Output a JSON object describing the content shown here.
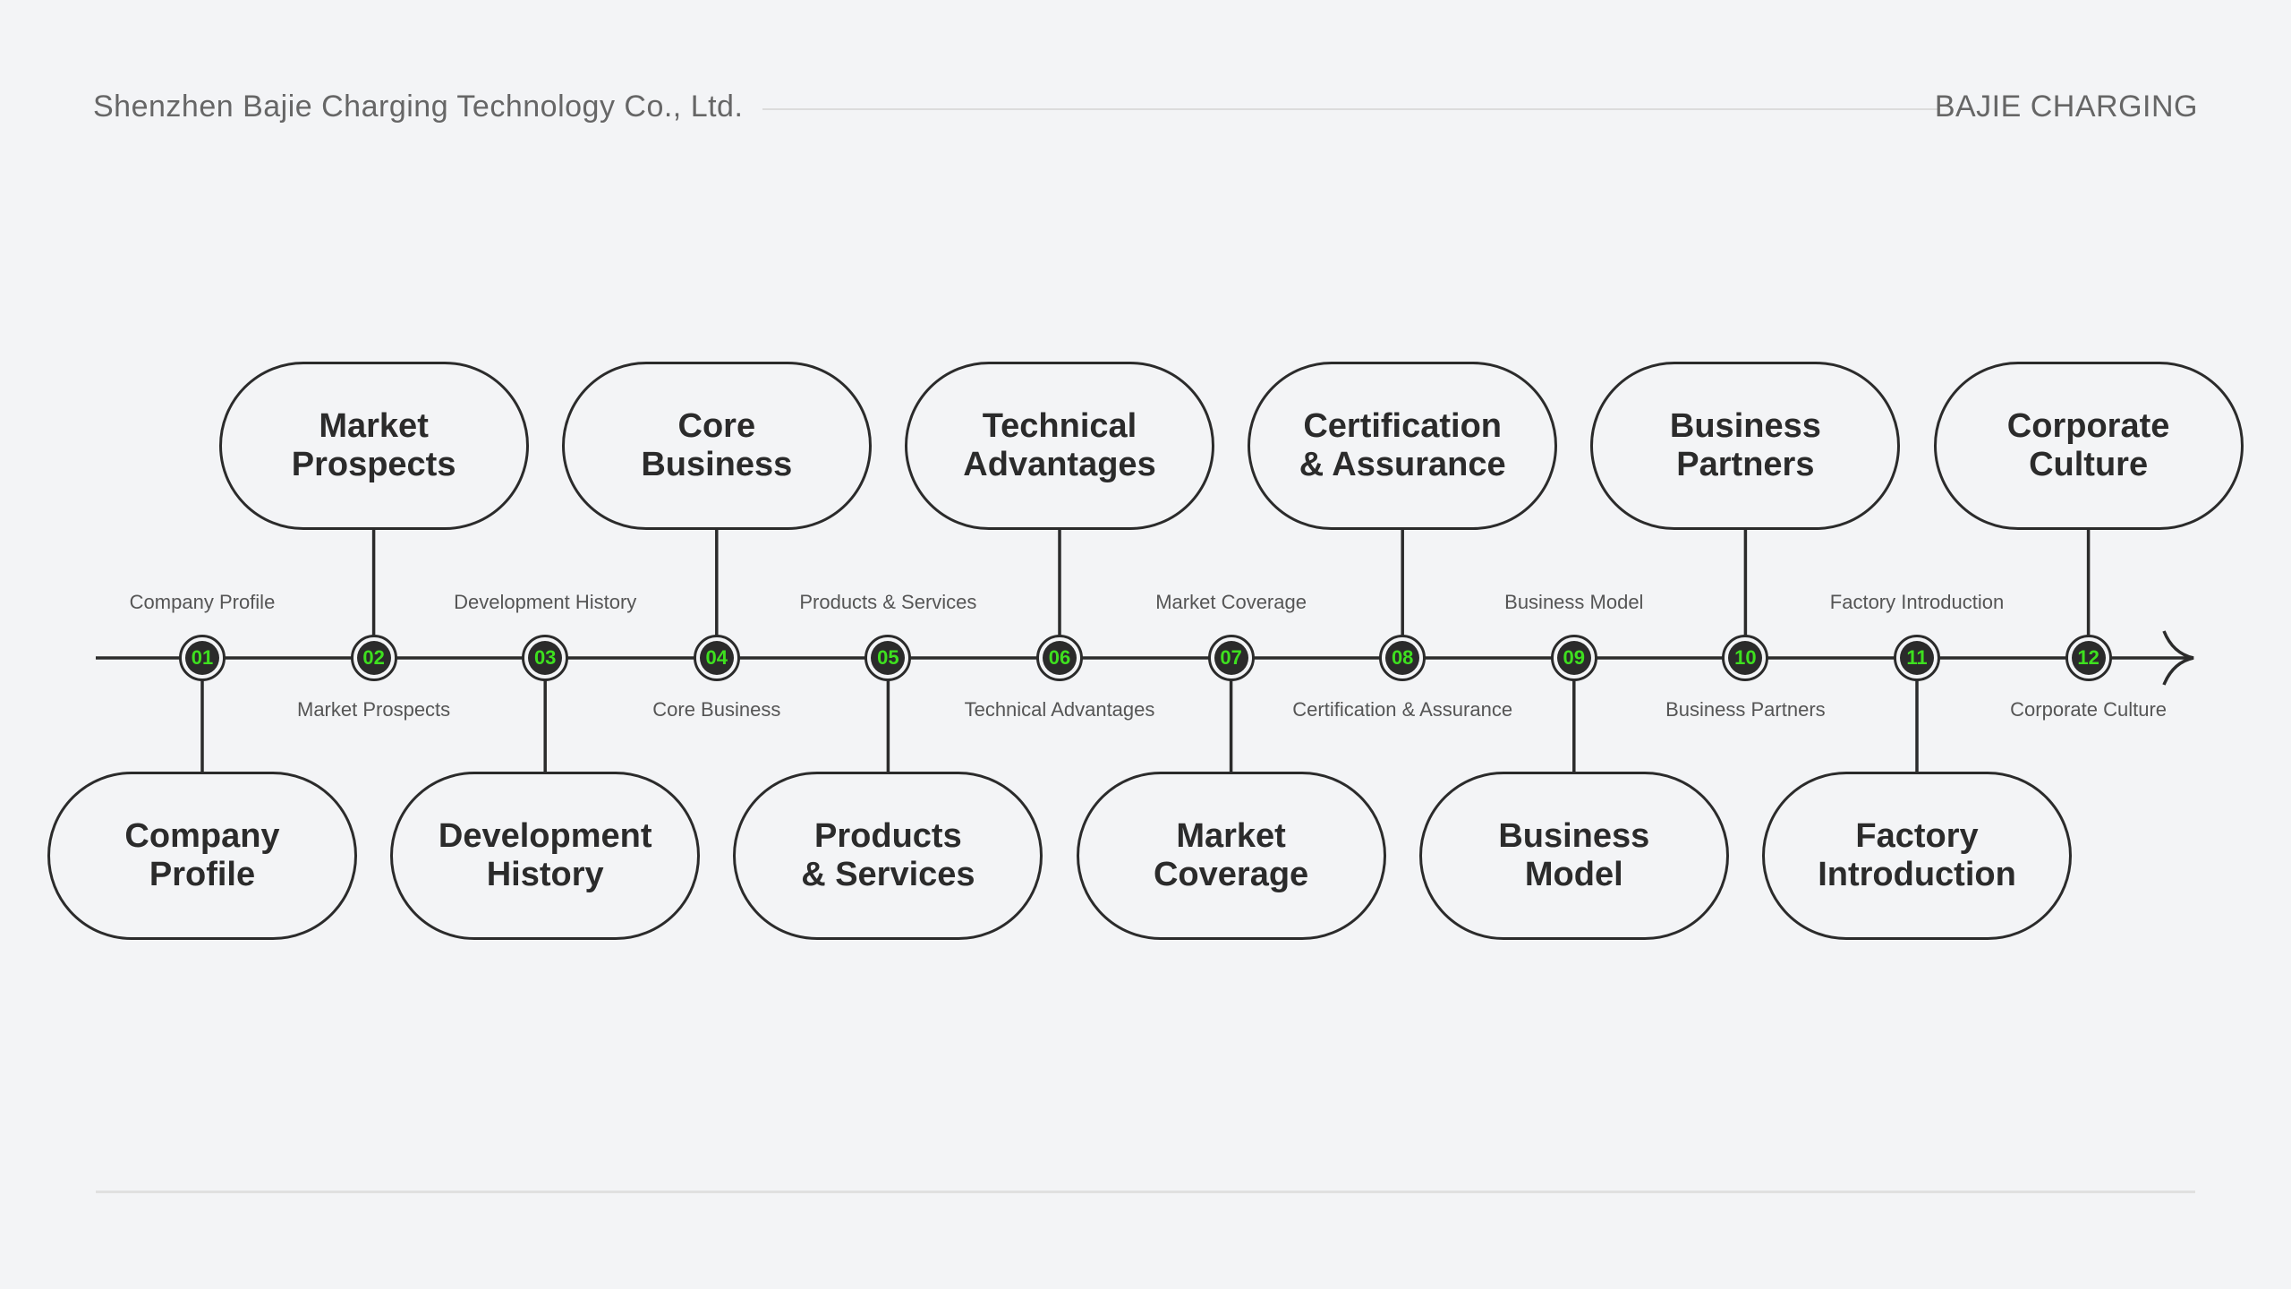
{
  "header": {
    "company": "Shenzhen Bajie Charging Technology Co., Ltd.",
    "brand": "BAJIE CHARGING"
  },
  "colors": {
    "accent": "#3ee01f",
    "ink": "#2b2b2b",
    "background": "#f3f4f6"
  },
  "timeline": {
    "items": [
      {
        "number": "01",
        "title": "Company\nProfile",
        "label": "Company Profile",
        "position": "below"
      },
      {
        "number": "02",
        "title": "Market\nProspects",
        "label": "Market Prospects",
        "position": "above"
      },
      {
        "number": "03",
        "title": "Development\nHistory",
        "label": "Development History",
        "position": "below"
      },
      {
        "number": "04",
        "title": "Core\nBusiness",
        "label": "Core Business",
        "position": "above"
      },
      {
        "number": "05",
        "title": "Products\n& Services",
        "label": "Products & Services",
        "position": "below"
      },
      {
        "number": "06",
        "title": "Technical\nAdvantages",
        "label": "Technical Advantages",
        "position": "above"
      },
      {
        "number": "07",
        "title": "Market\nCoverage",
        "label": "Market Coverage",
        "position": "below"
      },
      {
        "number": "08",
        "title": "Certification\n& Assurance",
        "label": "Certification & Assurance",
        "position": "above"
      },
      {
        "number": "09",
        "title": "Business\nModel",
        "label": "Business Model",
        "position": "below"
      },
      {
        "number": "10",
        "title": "Business\nPartners",
        "label": "Business Partners",
        "position": "above"
      },
      {
        "number": "11",
        "title": "Factory\nIntroduction",
        "label": "Factory Introduction",
        "position": "below"
      },
      {
        "number": "12",
        "title": "Corporate\nCulture",
        "label": "Corporate Culture",
        "position": "above"
      }
    ]
  }
}
